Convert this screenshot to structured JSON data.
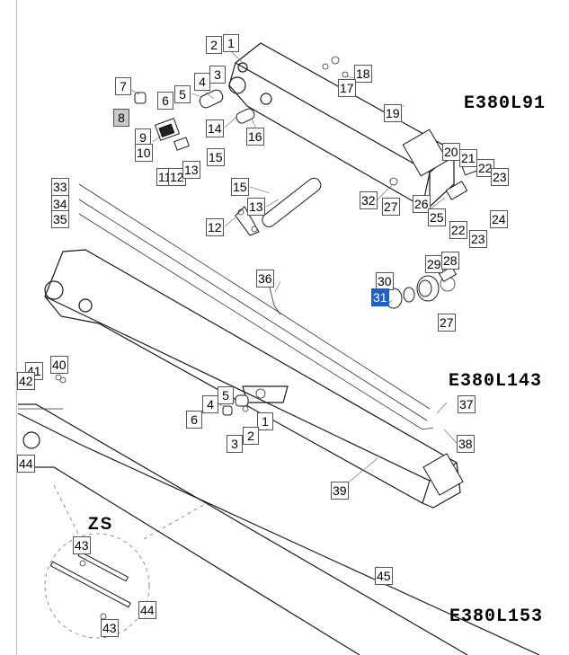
{
  "titles": {
    "top": "E380L91",
    "middle": "E380L143",
    "bottom": "E380L153",
    "zs": "ZS"
  },
  "callouts": [
    {
      "id": "c-2a",
      "label": "2"
    },
    {
      "id": "c-1a",
      "label": "1"
    },
    {
      "id": "c-18",
      "label": "18"
    },
    {
      "id": "c-17",
      "label": "17"
    },
    {
      "id": "c-3a",
      "label": "3"
    },
    {
      "id": "c-4a",
      "label": "4"
    },
    {
      "id": "c-5a",
      "label": "5"
    },
    {
      "id": "c-6a",
      "label": "6"
    },
    {
      "id": "c-7",
      "label": "7"
    },
    {
      "id": "c-8",
      "label": "8"
    },
    {
      "id": "c-9",
      "label": "9"
    },
    {
      "id": "c-10",
      "label": "10"
    },
    {
      "id": "c-14",
      "label": "14"
    },
    {
      "id": "c-16",
      "label": "16"
    },
    {
      "id": "c-19",
      "label": "19"
    },
    {
      "id": "c-15a",
      "label": "15"
    },
    {
      "id": "c-11",
      "label": "11"
    },
    {
      "id": "c-12a",
      "label": "12"
    },
    {
      "id": "c-13a",
      "label": "13"
    },
    {
      "id": "c-20",
      "label": "20"
    },
    {
      "id": "c-21",
      "label": "21"
    },
    {
      "id": "c-22a",
      "label": "22"
    },
    {
      "id": "c-23a",
      "label": "23"
    },
    {
      "id": "c-33",
      "label": "33"
    },
    {
      "id": "c-34",
      "label": "34"
    },
    {
      "id": "c-35",
      "label": "35"
    },
    {
      "id": "c-15b",
      "label": "15"
    },
    {
      "id": "c-13b",
      "label": "13"
    },
    {
      "id": "c-12b",
      "label": "12"
    },
    {
      "id": "c-32",
      "label": "32"
    },
    {
      "id": "c-27a",
      "label": "27"
    },
    {
      "id": "c-26",
      "label": "26"
    },
    {
      "id": "c-25",
      "label": "25"
    },
    {
      "id": "c-22b",
      "label": "22"
    },
    {
      "id": "c-24",
      "label": "24"
    },
    {
      "id": "c-23b",
      "label": "23"
    },
    {
      "id": "c-29",
      "label": "29"
    },
    {
      "id": "c-28",
      "label": "28"
    },
    {
      "id": "c-36",
      "label": "36"
    },
    {
      "id": "c-30",
      "label": "30"
    },
    {
      "id": "c-31",
      "label": "31"
    },
    {
      "id": "c-27b",
      "label": "27"
    },
    {
      "id": "c-41",
      "label": "41"
    },
    {
      "id": "c-40",
      "label": "40"
    },
    {
      "id": "c-42",
      "label": "42"
    },
    {
      "id": "c-5b",
      "label": "5"
    },
    {
      "id": "c-4b",
      "label": "4"
    },
    {
      "id": "c-6b",
      "label": "6"
    },
    {
      "id": "c-1b",
      "label": "1"
    },
    {
      "id": "c-2b",
      "label": "2"
    },
    {
      "id": "c-3b",
      "label": "3"
    },
    {
      "id": "c-37",
      "label": "37"
    },
    {
      "id": "c-38",
      "label": "38"
    },
    {
      "id": "c-39",
      "label": "39"
    },
    {
      "id": "c-44a",
      "label": "44"
    },
    {
      "id": "c-43a",
      "label": "43"
    },
    {
      "id": "c-45",
      "label": "45"
    },
    {
      "id": "c-44b",
      "label": "44"
    },
    {
      "id": "c-43b",
      "label": "43"
    }
  ]
}
